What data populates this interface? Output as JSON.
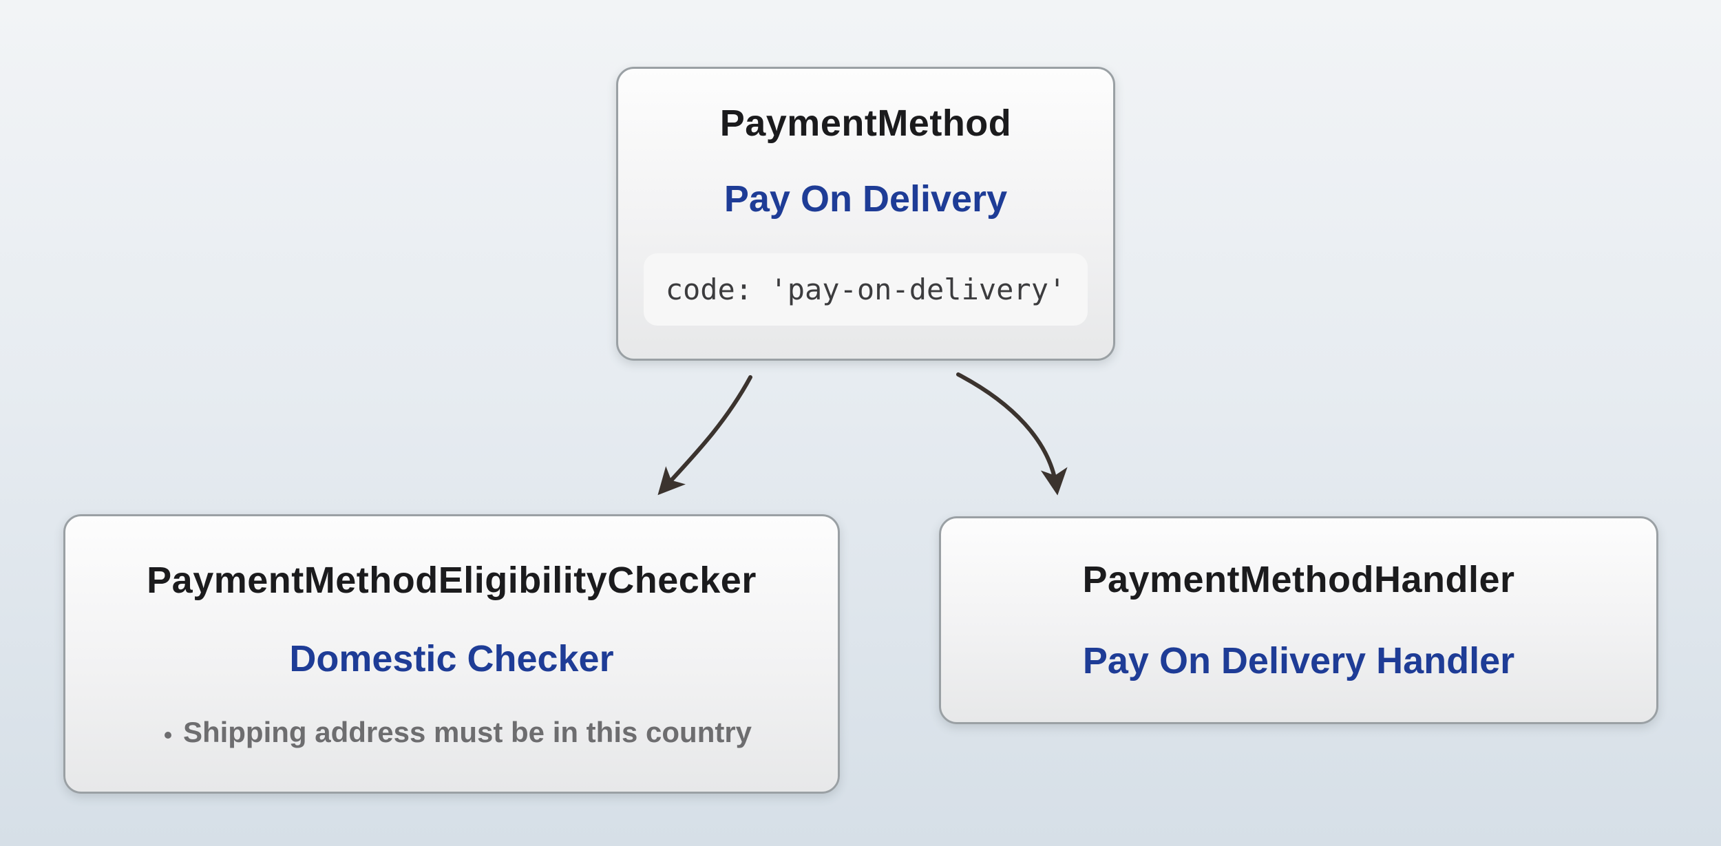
{
  "colors": {
    "background_top": "#f2f4f6",
    "background_bottom": "#d6dfe7",
    "node_border": "#9aa0a4",
    "title_text": "#1b1b1d",
    "accent_blue": "#1e3c96",
    "muted_gray": "#6d6d6f",
    "arrow": "#3b332e",
    "code_background": "#f7f7f7"
  },
  "nodes": {
    "payment_method": {
      "title": "PaymentMethod",
      "subtitle": "Pay On Delivery",
      "code": "code: 'pay-on-delivery'"
    },
    "eligibility_checker": {
      "title": "PaymentMethodEligibilityChecker",
      "subtitle": "Domestic Checker",
      "bullets": [
        "Shipping address must be in this country"
      ]
    },
    "handler": {
      "title": "PaymentMethodHandler",
      "subtitle": "Pay On Delivery Handler"
    }
  }
}
